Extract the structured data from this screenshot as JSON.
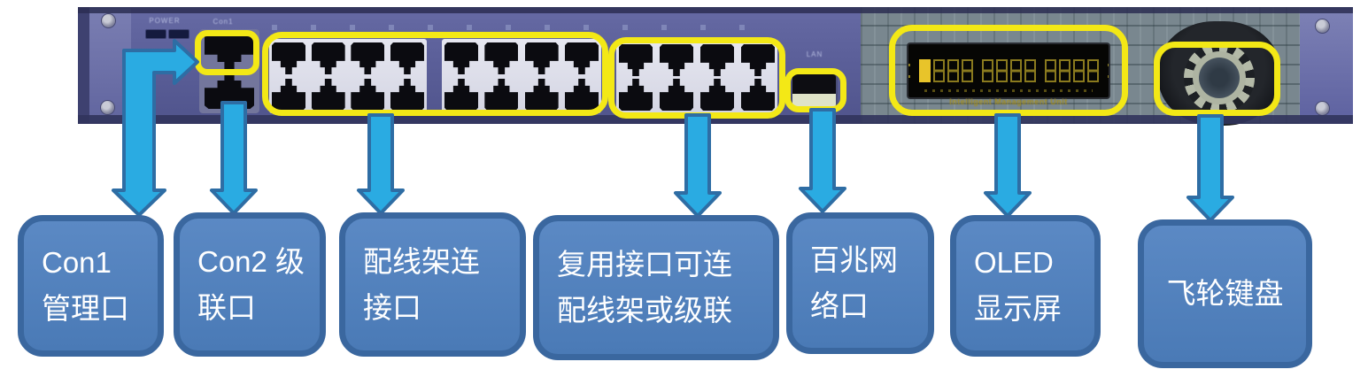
{
  "device": {
    "labels": {
      "power": "POWER",
      "console": "Con1",
      "lan": "LAN"
    },
    "oled_caption": "Intelligent Management Unit",
    "port_groups": [
      {
        "name": "patch-block-1a",
        "cols": 4,
        "rows": 2
      },
      {
        "name": "patch-block-1b",
        "cols": 4,
        "rows": 2
      },
      {
        "name": "patch-block-2",
        "cols": 4,
        "rows": 2
      }
    ],
    "console_ports": 2,
    "oled_segment_groups": 3,
    "oled_cells_per_group": 4
  },
  "callouts": [
    {
      "id": "con1",
      "lines": [
        "Con1",
        "管理口"
      ]
    },
    {
      "id": "con2",
      "lines": [
        "Con2 级",
        "联口"
      ]
    },
    {
      "id": "patch",
      "lines": [
        "配线架连",
        "接口"
      ]
    },
    {
      "id": "mux",
      "lines": [
        "复用接口可连",
        "配线架或级联"
      ]
    },
    {
      "id": "fe",
      "lines": [
        "百兆网",
        "络口"
      ]
    },
    {
      "id": "oled",
      "lines": [
        "OLED",
        "显示屏"
      ]
    },
    {
      "id": "wheel",
      "lines": [
        "飞轮键盘"
      ]
    }
  ],
  "colors": {
    "highlight": "#f3e816",
    "arrow_fill": "#2aabe2",
    "arrow_border": "#2e6da4",
    "box_fill": "#4f81bd",
    "box_border": "#3a679f",
    "device_face": "#5b5f99"
  }
}
